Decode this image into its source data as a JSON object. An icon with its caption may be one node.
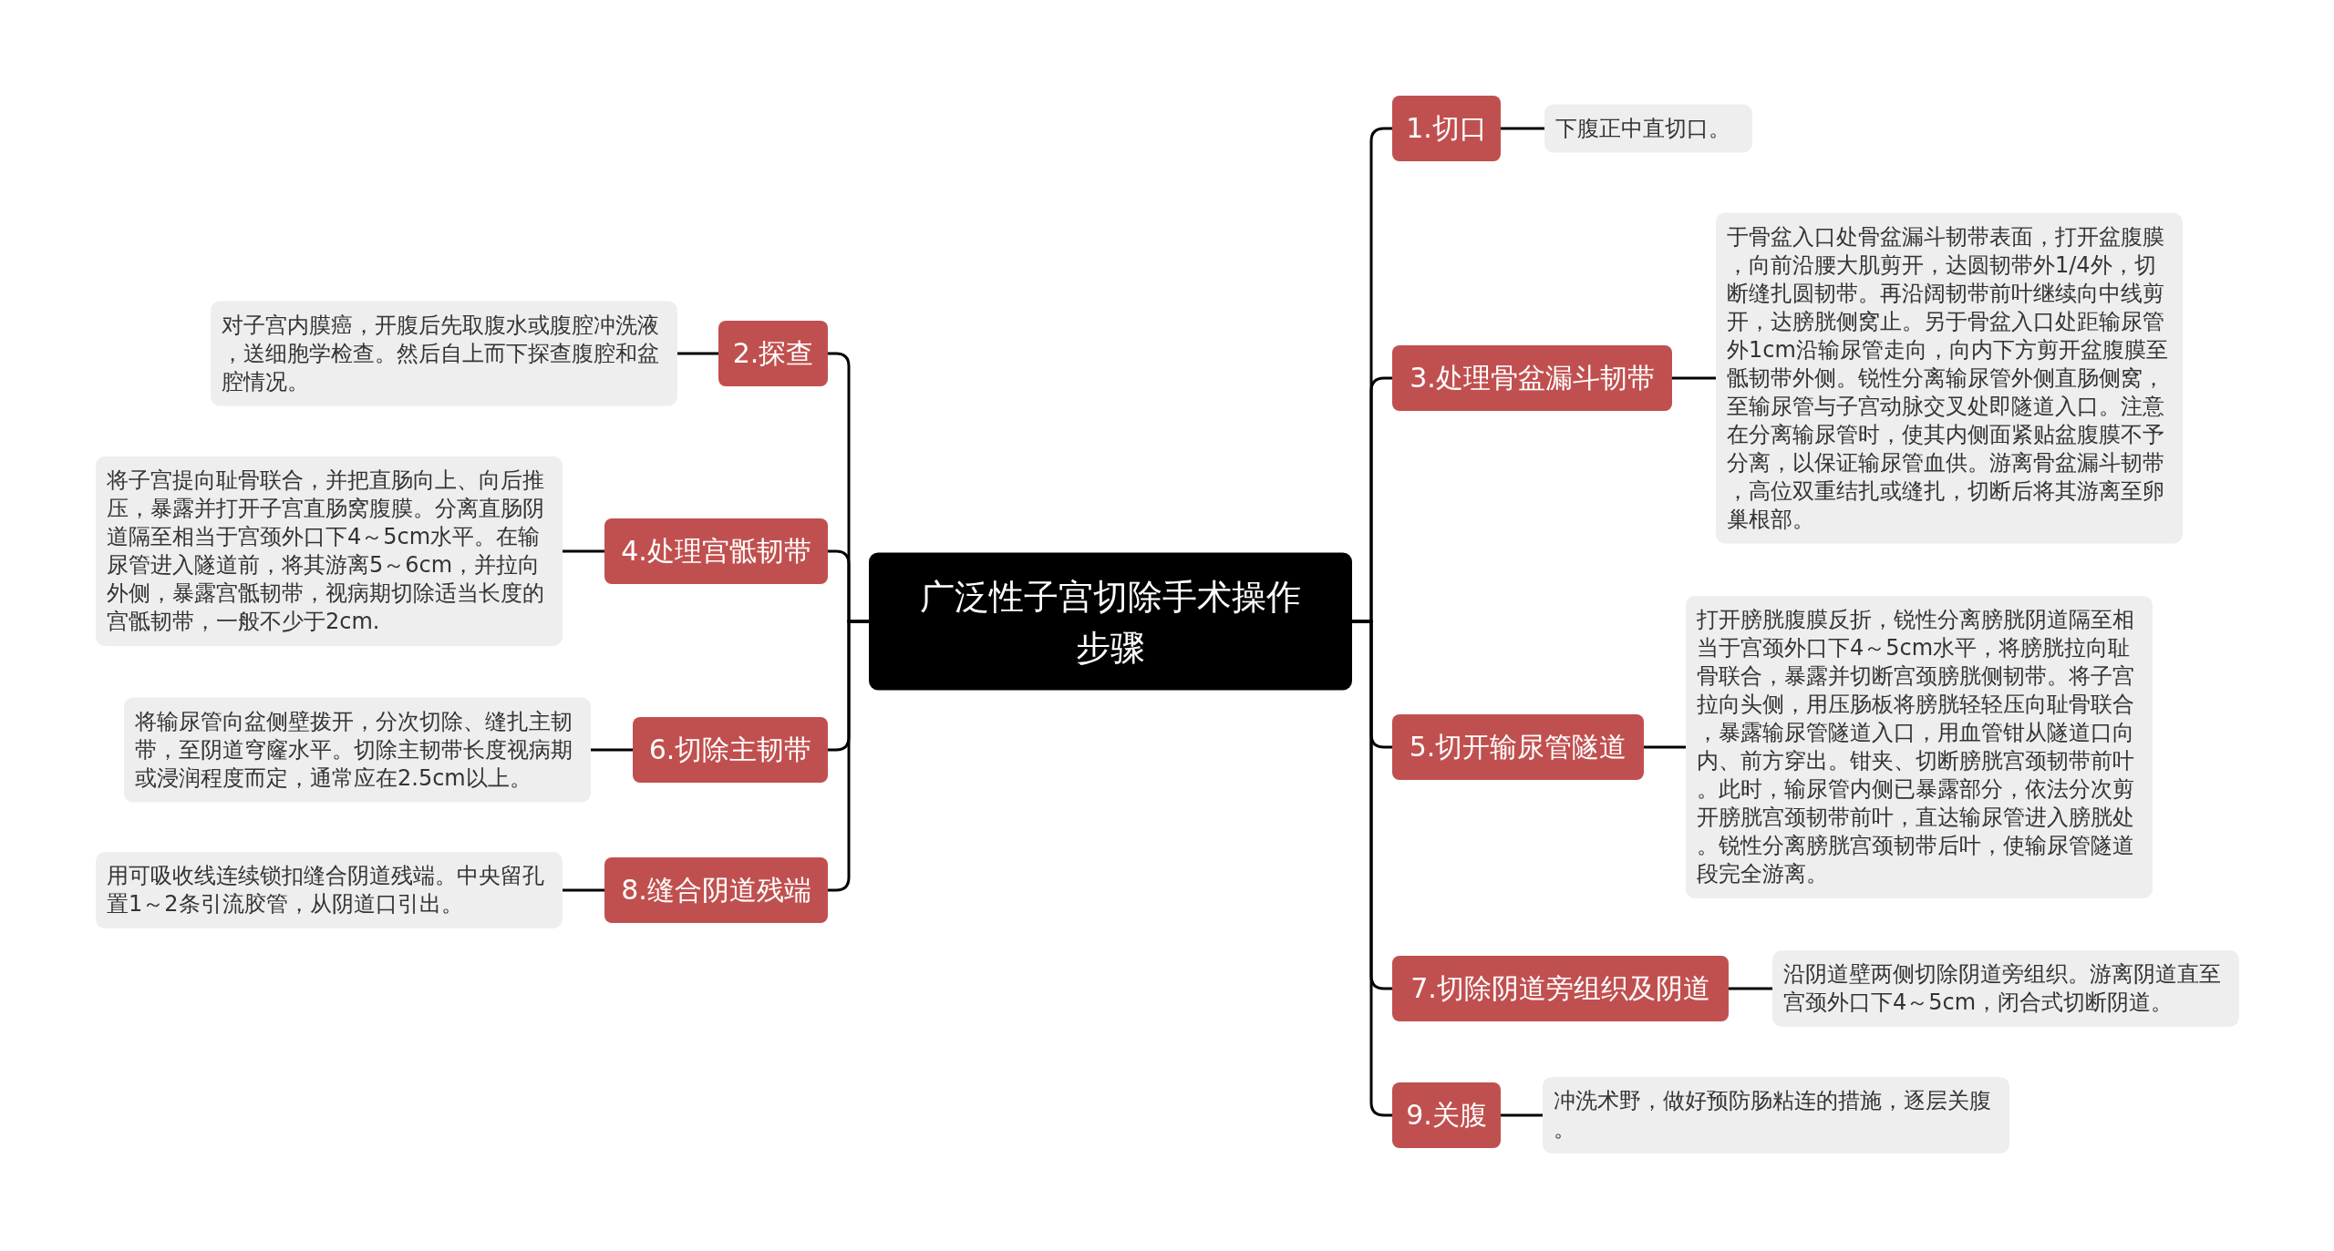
{
  "diagram": {
    "nodes": [
      {
        "text": [
          "广泛性子宫切除手术操作步骤"
        ]
      },
      {
        "text": [
          "1.切口"
        ]
      },
      {
        "text": [
          "下腹正中直切口。"
        ]
      },
      {
        "text": [
          "2.探查"
        ]
      },
      {
        "text": [
          "对子宫内膜癌，开腹后先取腹水或腹腔冲洗液，送细胞学检查。然后自上而下探查腹腔和盆腔情况。"
        ]
      },
      {
        "text": [
          "3.处理骨盆漏斗韧带"
        ]
      },
      {
        "text": [
          "于骨盆入口处骨盆漏斗韧带表面，打开盆腹膜，向前沿腰大肌剪开，达圆韧带外1/4外，切断缝扎圆韧带。再沿阔韧带前叶继续向中线剪开，达膀胱侧窝止。另于骨盆入口处距输尿管外1cm沿输尿管走向，向内下方剪开盆腹膜至骶韧带外侧。锐性分离输尿管外侧直肠侧窝，至输尿管与子宫动脉交叉处即隧道入口。注意在分离输尿管时，使其内侧面紧贴盆腹膜不予分离，以保证输尿管血供。游离骨盆漏斗韧带，高位双重结扎或缝扎，切断后将其游离至卵巢根部。"
        ]
      },
      {
        "text": [
          "4.处理宫骶韧带"
        ]
      },
      {
        "text": [
          "将子宫提向耻骨联合，并把直肠向上、向后推压，暴露并打开子宫直肠窝腹膜。分离直肠阴道隔至相当于宫颈外口下4～5cm水平。在输尿管进入隧道前，将其游离5～6cm，并拉向外侧，暴露宫骶韧带，视病期切除适当长度的宫骶韧带，一般不少于2cm."
        ]
      },
      {
        "text": [
          "5.切开输尿管隧道"
        ]
      },
      {
        "text": [
          "打开膀胱腹膜反折，锐性分离膀胱阴道隔至相当于宫颈外口下4～5cm水平，将膀胱拉向耻骨联合，暴露并切断宫颈膀胱侧韧带。将子宫拉向头侧，用压肠板将膀胱轻轻压向耻骨联合，暴露输尿管隧道入口，用血管钳从隧道口向内、前方穿出。钳夹、切断膀胱宫颈韧带前叶。此时，输尿管内侧已暴露部分，依法分次剪开膀胱宫颈韧带前叶，直达输尿管进入膀胱处。锐性分离膀胱宫颈韧带后叶，使输尿管隧道段完全游离。"
        ]
      },
      {
        "text": [
          "6.切除主韧带"
        ]
      },
      {
        "text": [
          "将输尿管向盆侧壁拨开，分次切除、缝扎主韧带，至阴道穹窿水平。切除主韧带长度视病期或浸润程度而定，通常应在2.5cm以上。"
        ]
      },
      {
        "text": [
          "7.切除阴道旁组织及阴道"
        ]
      },
      {
        "text": [
          "沿阴道壁两侧切除阴道旁组织。游离阴道直至宫颈外口下4～5cm，闭合式切断阴道。"
        ]
      },
      {
        "text": [
          "8.缝合阴道残端"
        ]
      },
      {
        "text": [
          "用可吸收线连续锁扣缝合阴道残端。中央留孔置1～2条引流胶管，从阴道口引出。"
        ]
      },
      {
        "text": [
          "9.关腹"
        ]
      },
      {
        "text": [
          "冲洗术野，做好预防肠粘连的措施，逐层关腹。"
        ]
      }
    ],
    "edges": [
      {
        "from": 0,
        "to": 1,
        "arrow": "none"
      },
      {
        "from": 1,
        "to": 2,
        "arrow": "none"
      },
      {
        "from": 0,
        "to": 3,
        "arrow": "none"
      },
      {
        "from": 3,
        "to": 4,
        "arrow": "none"
      },
      {
        "from": 0,
        "to": 5,
        "arrow": "none"
      },
      {
        "from": 5,
        "to": 6,
        "arrow": "none"
      },
      {
        "from": 0,
        "to": 7,
        "arrow": "none"
      },
      {
        "from": 7,
        "to": 8,
        "arrow": "none"
      },
      {
        "from": 0,
        "to": 9,
        "arrow": "none"
      },
      {
        "from": 9,
        "to": 10,
        "arrow": "none"
      },
      {
        "from": 0,
        "to": 11,
        "arrow": "none"
      },
      {
        "from": 11,
        "to": 12,
        "arrow": "none"
      },
      {
        "from": 0,
        "to": 13,
        "arrow": "none"
      },
      {
        "from": 13,
        "to": 14,
        "arrow": "none"
      },
      {
        "from": 0,
        "to": 15,
        "arrow": "none"
      },
      {
        "from": 15,
        "to": 16,
        "arrow": "none"
      },
      {
        "from": 0,
        "to": 17,
        "arrow": "none"
      },
      {
        "from": 17,
        "to": 18,
        "arrow": "none"
      }
    ]
  }
}
